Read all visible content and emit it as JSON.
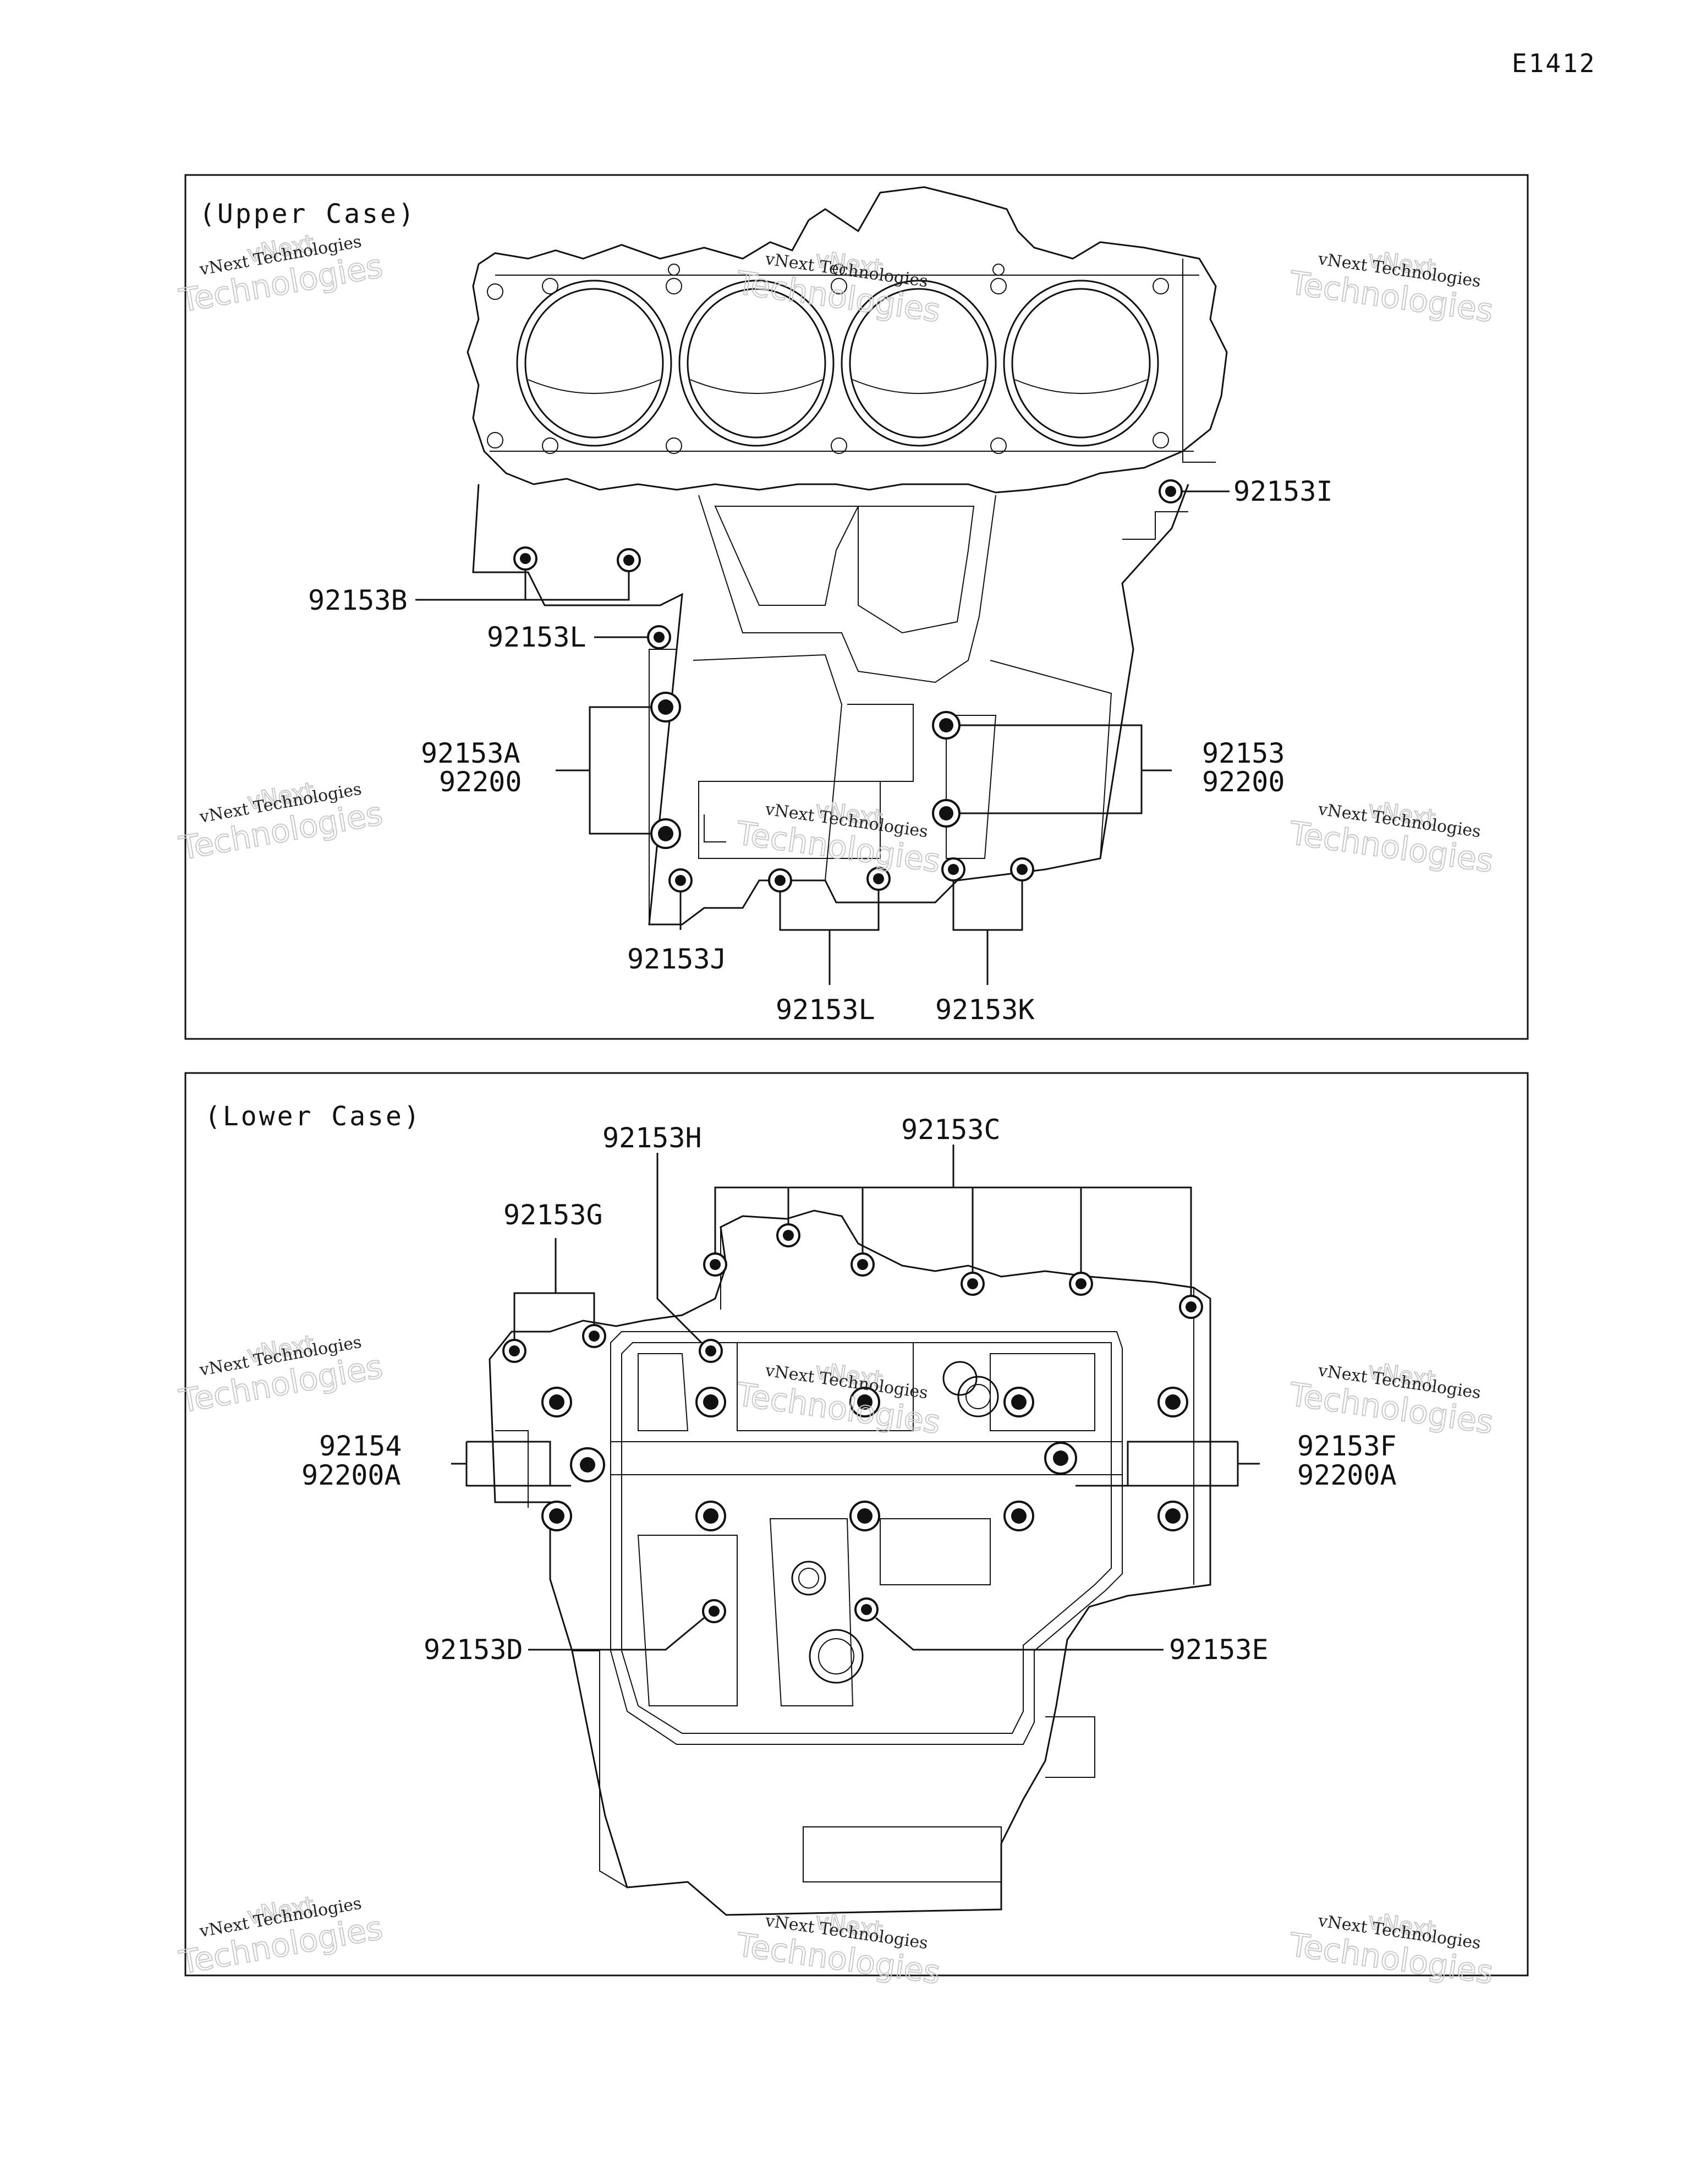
{
  "page_id": "E1412",
  "upper_case": {
    "caption": "(Upper Case)",
    "labels": {
      "p92153I": "92153I",
      "p92153B": "92153B",
      "p92153L_top": "92153L",
      "p92153A": "92153A",
      "p92200_left": "92200",
      "p92153": "92153",
      "p92200_right": "92200",
      "p92153J": "92153J",
      "p92153L_bottom": "92153L",
      "p92153K": "92153K"
    }
  },
  "lower_case": {
    "caption": "(Lower Case)",
    "labels": {
      "p92153C": "92153C",
      "p92153H": "92153H",
      "p92153G": "92153G",
      "p92154": "92154",
      "p92200A_left": "92200A",
      "p92153F": "92153F",
      "p92200A_right": "92200A",
      "p92153D": "92153D",
      "p92153E": "92153E"
    }
  },
  "watermark": {
    "line1": "vNext Technologies",
    "line2": "Technologies",
    "line3": "vNext"
  }
}
